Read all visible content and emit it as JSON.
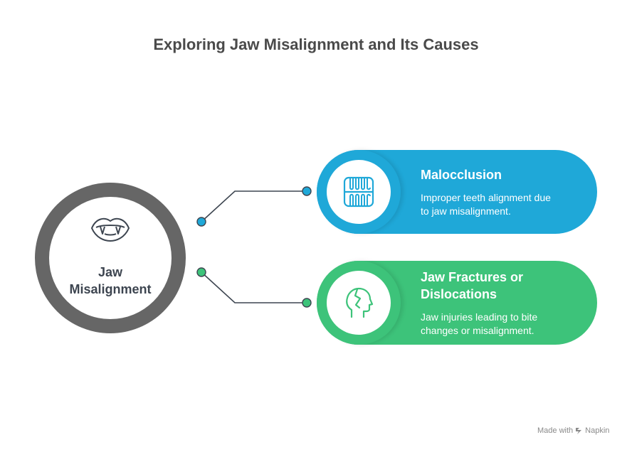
{
  "title": "Exploring Jaw Misalignment and Its Causes",
  "center": {
    "label_line1": "Jaw",
    "label_line2": "Misalignment",
    "icon": "mouth-fangs-icon"
  },
  "items": [
    {
      "title_line1": "Malocclusion",
      "desc_line1": "Improper teeth alignment due",
      "desc_line2": "to jaw misalignment.",
      "icon": "teeth-icon",
      "color": "#1fa8d8"
    },
    {
      "title_line1": "Jaw Fractures or",
      "title_line2": "Dislocations",
      "desc_line1": "Jaw injuries leading to bite",
      "desc_line2": "changes or misalignment.",
      "icon": "broken-head-icon",
      "color": "#3dc37a"
    }
  ],
  "colors": {
    "hub_ring": "#666666",
    "connector": "#3d4550",
    "title_text": "#4a4a4a"
  },
  "footer": {
    "made_with": "Made with",
    "brand": "Napkin"
  }
}
